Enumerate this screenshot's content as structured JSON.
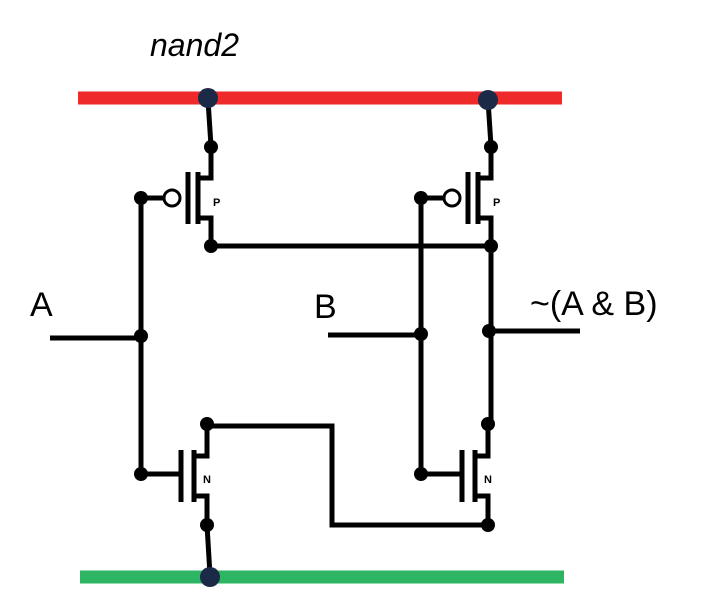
{
  "title": "nand2",
  "inputs": {
    "a": "A",
    "b": "B"
  },
  "output": "~(A & B)",
  "transistors": {
    "p_left": "P",
    "p_right": "P",
    "n_left": "N",
    "n_right": "N"
  },
  "colors": {
    "vdd_rail": "#ee2a2a",
    "gnd_rail": "#2eb563",
    "rail_node": "#1b2a47",
    "wire": "#000000"
  }
}
